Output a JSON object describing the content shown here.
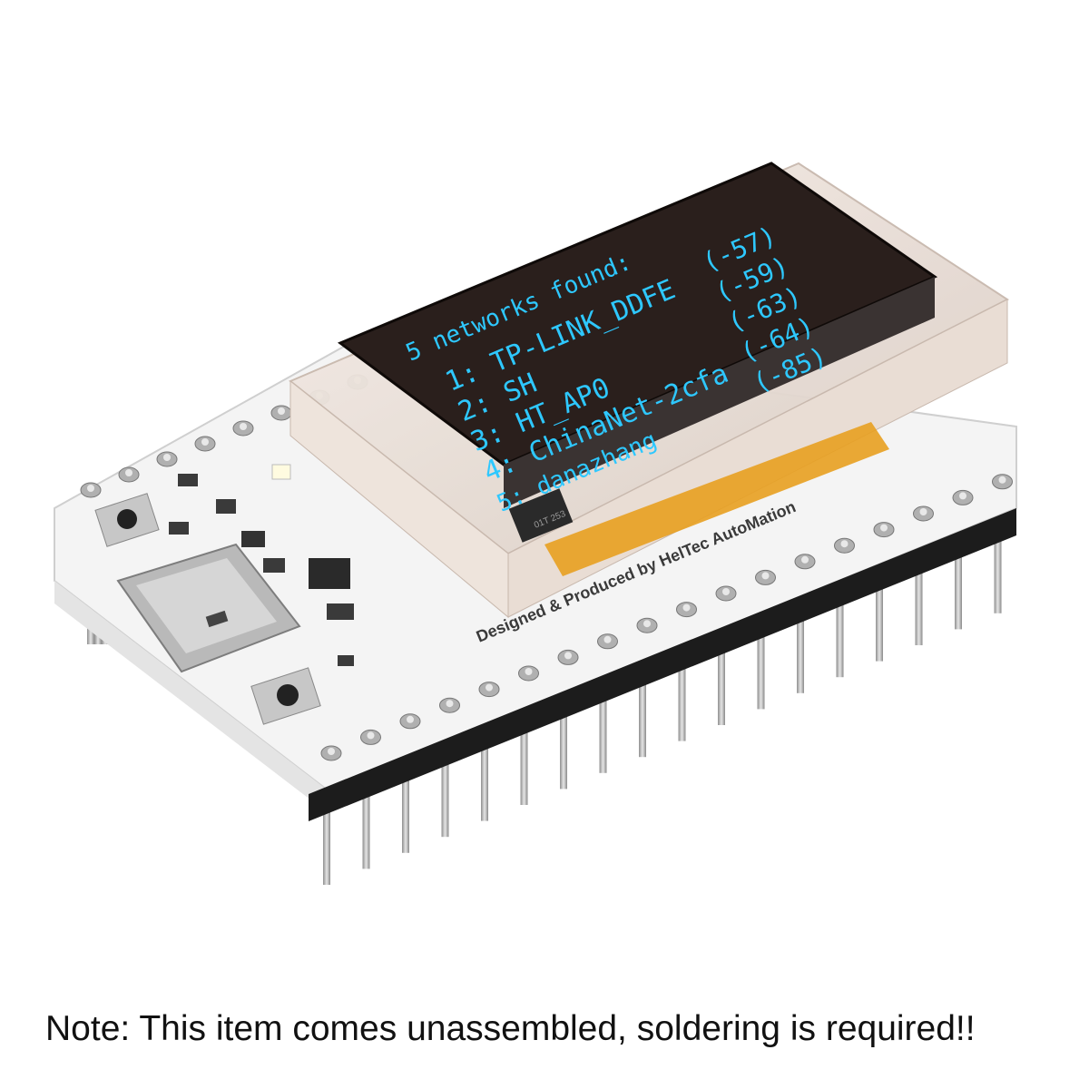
{
  "oled": {
    "header": "5 networks found:",
    "networks": [
      {
        "label": "1: TP-LINK_DDFE",
        "rssi": "(-57)"
      },
      {
        "label": "2: SH",
        "rssi": "(-59)"
      },
      {
        "label": "3: HT_AP0",
        "rssi": "(-63)"
      },
      {
        "label": "4: ChinaNet-2cfa",
        "rssi": "(-64)"
      },
      {
        "label": "5: danazhang",
        "rssi": "(-85)"
      }
    ]
  },
  "board": {
    "silkscreen": "Designed & Produced by HelTec AutoMation",
    "flex_label": "01T 253"
  },
  "note": "Note: This item comes unassembled, soldering is required!!",
  "colors": {
    "oled_text": "#2ec8ff",
    "oled_glass": "#2a1f1c",
    "pcb": "#f4f4f4",
    "flex_cable": "#e8a020"
  }
}
